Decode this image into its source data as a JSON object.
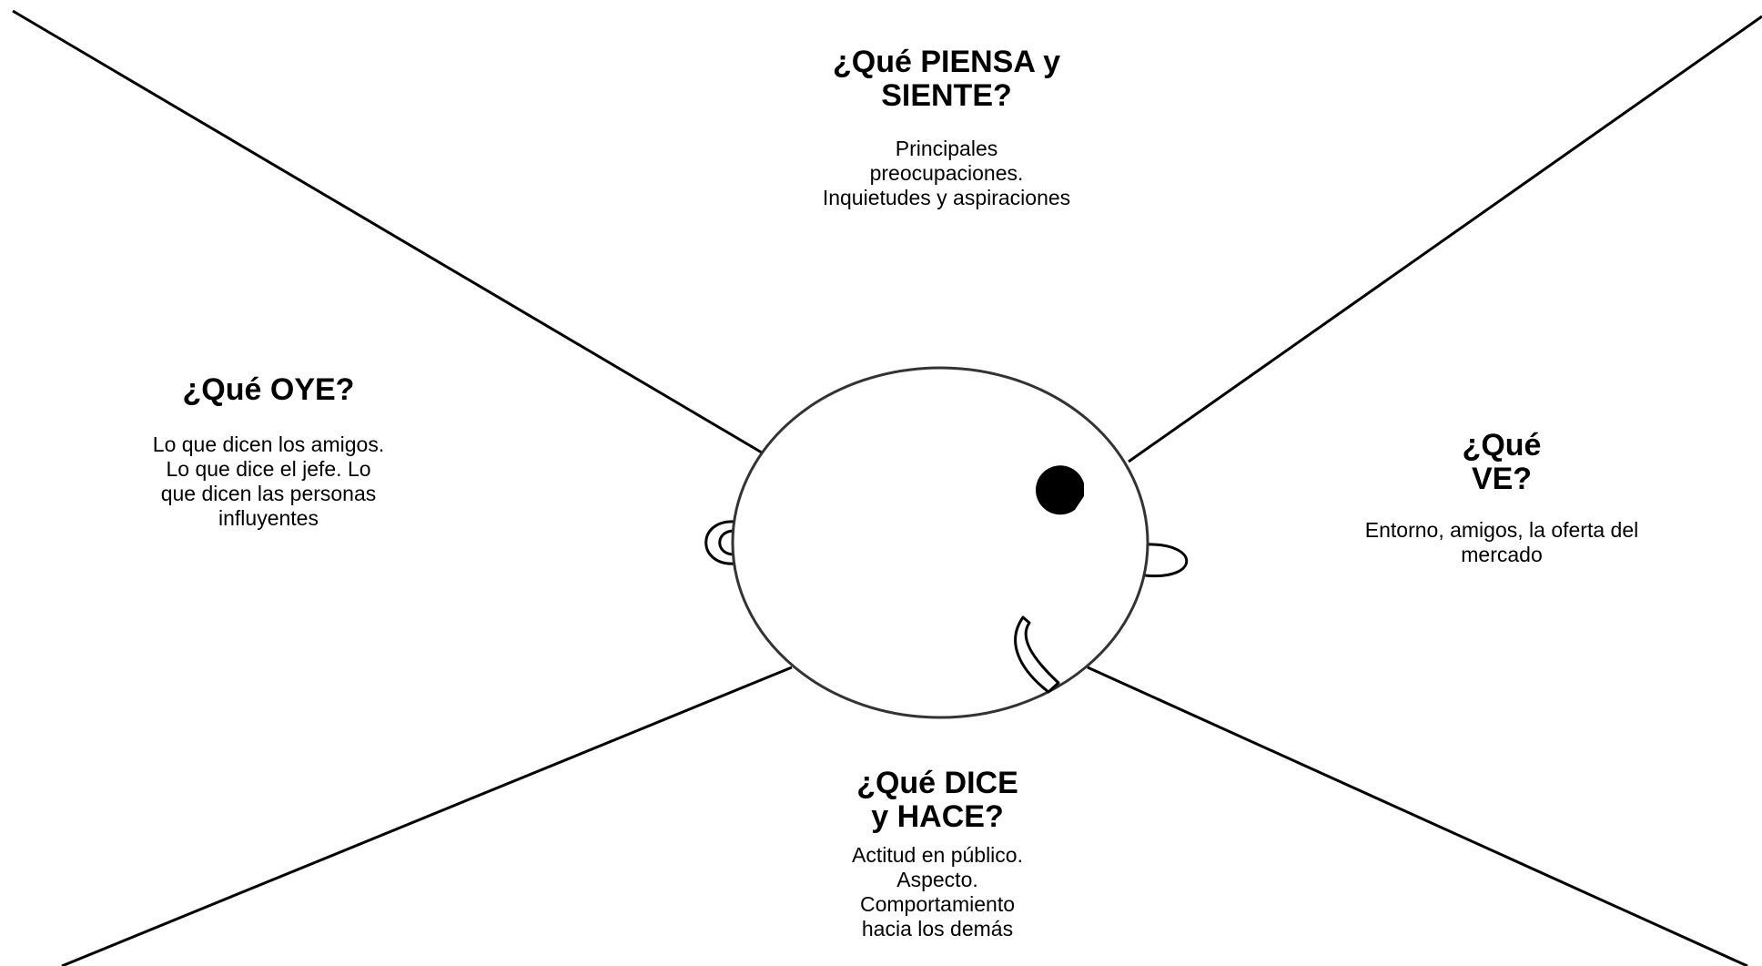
{
  "diagram": {
    "sections": {
      "top": {
        "title_line1": "¿Qué PIENSA y",
        "title_line2": "SIENTE?",
        "desc_line1": "Principales",
        "desc_line2": "preocupaciones.",
        "desc_line3": "Inquietudes y aspiraciones"
      },
      "left": {
        "title_line1": "¿Qué OYE?",
        "desc_line1": "Lo que dicen los amigos.",
        "desc_line2": "Lo que dice el jefe. Lo",
        "desc_line3": "que dicen las personas",
        "desc_line4": "influyentes"
      },
      "right": {
        "title_line1": "¿Qué",
        "title_line2": "VE?",
        "desc_line1": "Entorno, amigos, la oferta del",
        "desc_line2": "mercado"
      },
      "bottom": {
        "title_line1": "¿Qué DICE",
        "title_line2": "y HACE?",
        "desc_line1": "Actitud en público.",
        "desc_line2": "Aspecto.",
        "desc_line3": "Comportamiento",
        "desc_line4": "hacia los demás"
      }
    },
    "colors": {
      "line": "#000000",
      "head_outline": "#333333",
      "background": "#ffffff"
    }
  }
}
